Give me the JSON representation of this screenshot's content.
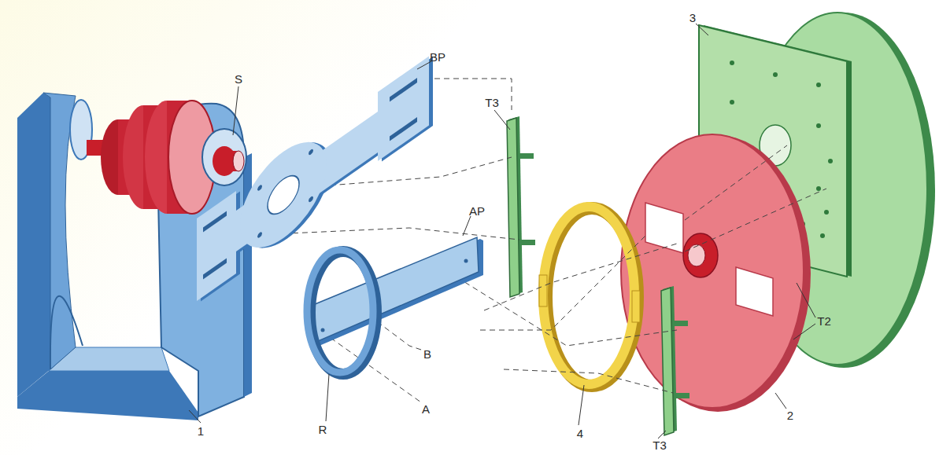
{
  "diagram": {
    "labels": [
      "1",
      "S",
      "BP",
      "AP",
      "R",
      "A",
      "B",
      "T3",
      "4",
      "T3",
      "2",
      "T2",
      "3"
    ]
  }
}
